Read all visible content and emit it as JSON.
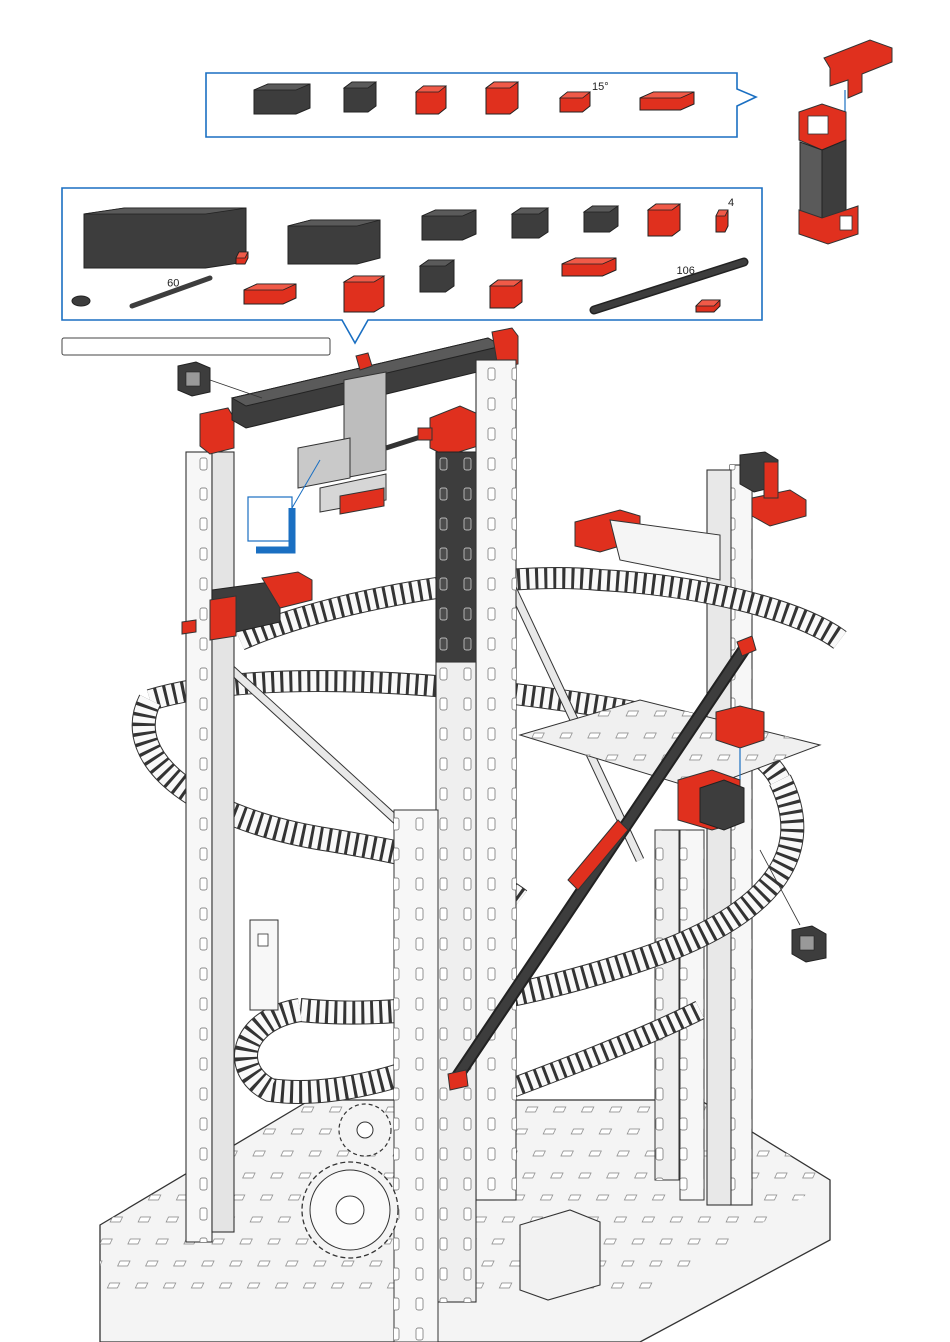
{
  "colors": {
    "frame": "#1a6fc2",
    "red": "#e0301e",
    "red_dark": "#a82010",
    "dark": "#3d3d3d",
    "dark_top": "#5a5a5a",
    "grey": "#bdbdbd",
    "line": "#333333"
  },
  "top_panel": {
    "parts": [
      {
        "name": "building-block-30-dark",
        "color": "dark",
        "label": ""
      },
      {
        "name": "building-block-15-dark",
        "color": "dark",
        "label": ""
      },
      {
        "name": "building-block-red",
        "color": "red",
        "label": ""
      },
      {
        "name": "angle-block-red",
        "color": "red",
        "label": ""
      },
      {
        "name": "angle-block-15-red",
        "color": "red",
        "label": "15°"
      },
      {
        "name": "flat-plate-red",
        "color": "red",
        "label": ""
      }
    ]
  },
  "parts_panel": {
    "parts": [
      {
        "name": "long-beam-dark",
        "color": "dark",
        "label": ""
      },
      {
        "name": "short-beam-dark",
        "color": "dark",
        "label": ""
      },
      {
        "name": "building-block-dark",
        "color": "dark",
        "label": ""
      },
      {
        "name": "block-with-bore-dark",
        "color": "dark",
        "label": ""
      },
      {
        "name": "cube-adapter-dark",
        "color": "dark",
        "label": ""
      },
      {
        "name": "angle-block-red",
        "color": "red",
        "label": ""
      },
      {
        "name": "peg-red",
        "color": "red",
        "label": "4"
      },
      {
        "name": "spacer-red",
        "color": "red",
        "label": ""
      },
      {
        "name": "washer-dark",
        "color": "dark",
        "label": ""
      },
      {
        "name": "axle-60",
        "color": "dark",
        "label": "60"
      },
      {
        "name": "flat-plate-red",
        "color": "red",
        "label": ""
      },
      {
        "name": "double-block-red",
        "color": "red",
        "label": ""
      },
      {
        "name": "hub-block-dark",
        "color": "dark",
        "label": ""
      },
      {
        "name": "small-block-red",
        "color": "red",
        "label": ""
      },
      {
        "name": "flat-rail-red",
        "color": "red",
        "label": ""
      },
      {
        "name": "strut-106",
        "color": "dark",
        "label": "106"
      },
      {
        "name": "clip-red",
        "color": "red",
        "label": ""
      }
    ]
  },
  "label_box": {
    "text": ""
  }
}
